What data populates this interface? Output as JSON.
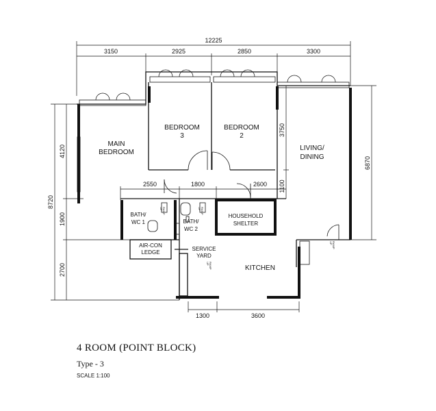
{
  "plan": {
    "title": "4 ROOM (POINT BLOCK)",
    "type_label": "Type - 3",
    "scale": "SCALE 1:100"
  },
  "dimensions": {
    "top_total": "12225",
    "top_segments": [
      "3150",
      "2925",
      "2850",
      "3300"
    ],
    "left_total": "8720",
    "left_segments": [
      "4120",
      "1900",
      "2700"
    ],
    "right_living": "6870",
    "inner_3750": "3750",
    "inner_1100": "1100",
    "mid_row": [
      "2550",
      "1800",
      "2600"
    ],
    "bottom": [
      "1300",
      "3600"
    ]
  },
  "rooms": {
    "main_bedroom": [
      "MAIN",
      "BEDROOM"
    ],
    "bedroom3": [
      "BEDROOM",
      "3"
    ],
    "bedroom2": [
      "BEDROOM",
      "2"
    ],
    "living": [
      "LIVING/",
      "DINING"
    ],
    "bath1": [
      "BATH/",
      "WC 1"
    ],
    "bath2": [
      "BATH/",
      "WC 2"
    ],
    "shelter": [
      "HOUSEHOLD",
      "SHELTER"
    ],
    "aircon": [
      "AIR-CON",
      "LEDGE"
    ],
    "service": [
      "SERVICE",
      "YARD"
    ],
    "kitchen": "KITCHEN"
  },
  "small_labels": {
    "ramp": [
      "RAMP",
      "UP"
    ]
  }
}
